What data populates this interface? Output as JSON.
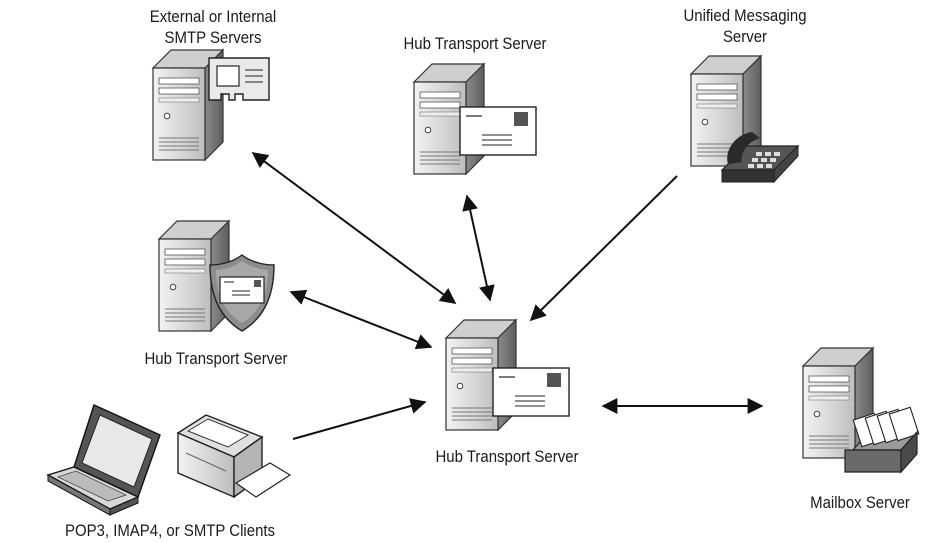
{
  "nodes": {
    "external_smtp": {
      "label": "External or Internal\nSMTP Servers",
      "icon": "smtp-server-icon"
    },
    "hub_top": {
      "label": "Hub Transport Server",
      "icon": "hub-transport-server-icon"
    },
    "unified_messaging": {
      "label": "Unified Messaging\nServer",
      "icon": "unified-messaging-server-icon"
    },
    "hub_edge": {
      "label": "Hub Transport Server",
      "icon": "secure-hub-transport-server-icon"
    },
    "hub_center": {
      "label": "Hub Transport Server",
      "icon": "hub-transport-server-icon"
    },
    "mailbox": {
      "label": "Mailbox Server",
      "icon": "mailbox-server-icon"
    },
    "clients": {
      "label": "POP3, IMAP4, or SMTP Clients",
      "icon": "clients-icon"
    }
  },
  "connections": [
    {
      "from": "hub_center",
      "to": "external_smtp",
      "direction": "both"
    },
    {
      "from": "hub_center",
      "to": "hub_top",
      "direction": "both"
    },
    {
      "from": "unified_messaging",
      "to": "hub_center",
      "direction": "to"
    },
    {
      "from": "hub_center",
      "to": "hub_edge",
      "direction": "both"
    },
    {
      "from": "clients",
      "to": "hub_center",
      "direction": "to"
    },
    {
      "from": "hub_center",
      "to": "mailbox",
      "direction": "both"
    }
  ],
  "colors": {
    "line": "#111111",
    "server_front": "#dcdcdc",
    "server_side": "#9a9a9a",
    "server_top": "#c8c8c8"
  }
}
